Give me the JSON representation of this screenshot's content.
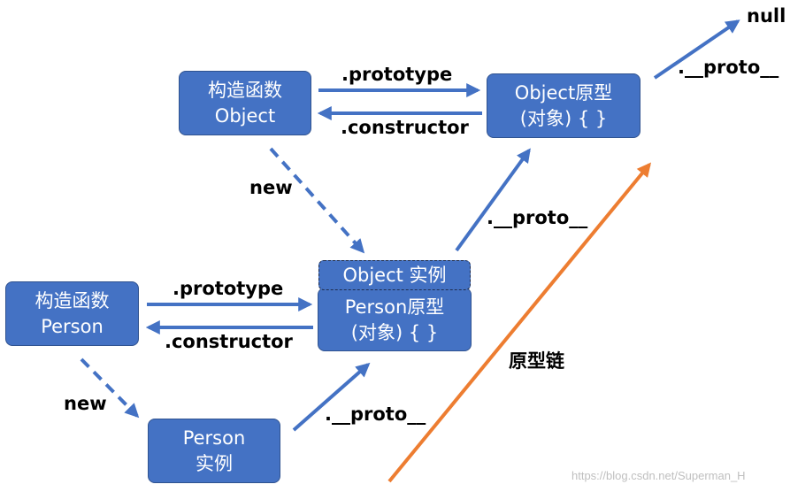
{
  "nodes": {
    "object_ctor": [
      "构造函数",
      "Object"
    ],
    "object_proto": [
      "Object原型",
      "(对象) { }"
    ],
    "object_instance": [
      "Object 实例"
    ],
    "person_proto": [
      "Person原型",
      "(对象) { }"
    ],
    "person_ctor": [
      "构造函数",
      "Person"
    ],
    "person_instance": [
      "Person",
      "实例"
    ]
  },
  "labels": {
    "null": "null",
    "proto_top": ".__proto__",
    "prototype_top": ".prototype",
    "constructor_top": ".constructor",
    "new_top": "new",
    "proto_mid": ".__proto__",
    "prototype_bottom": ".prototype",
    "constructor_bottom": ".constructor",
    "chain": "原型链",
    "new_bottom": "new",
    "proto_bottom": ".__proto__"
  },
  "watermark": "https://blog.csdn.net/Superman_H",
  "colors": {
    "box_fill": "#4472c4",
    "arrow_blue": "#4472c4",
    "arrow_orange": "#ed7d31"
  }
}
